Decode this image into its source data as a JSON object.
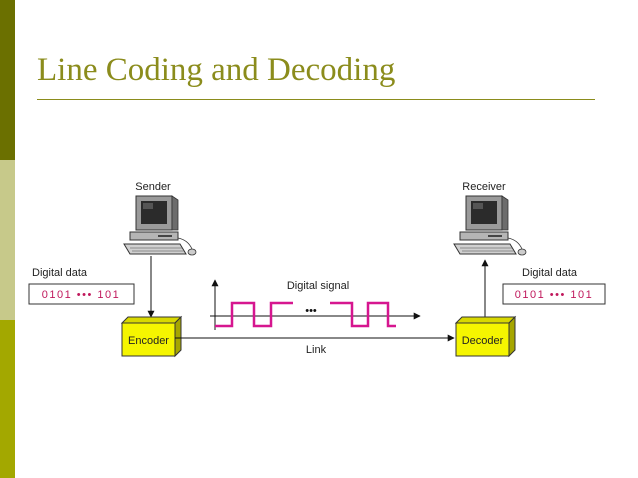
{
  "slide": {
    "title": "Line Coding and Decoding"
  },
  "diagram": {
    "sender_label": "Sender",
    "receiver_label": "Receiver",
    "digital_data_left": "Digital data",
    "digital_data_right": "Digital data",
    "bits_left": "0101 ••• 101",
    "bits_right": "0101 ••• 101",
    "digital_signal_label": "Digital signal",
    "ellipsis": "•••",
    "encoder_label": "Encoder",
    "decoder_label": "Decoder",
    "link_label": "Link"
  },
  "colors": {
    "accent": "#8b8c1c",
    "box": "#f5f500",
    "bits": "#c0185c",
    "signal": "#d6168f"
  }
}
